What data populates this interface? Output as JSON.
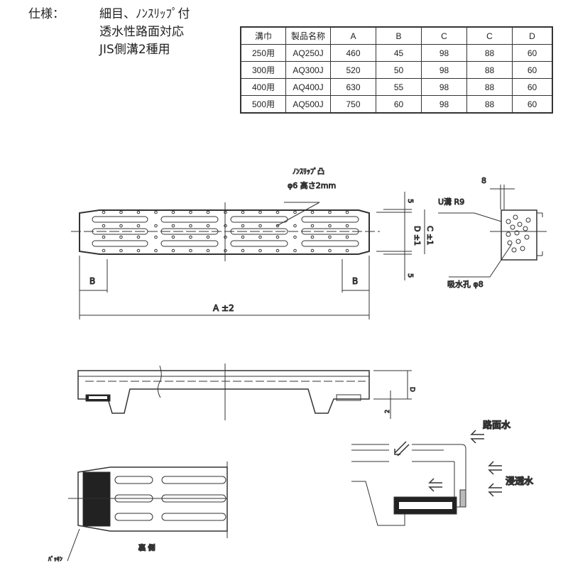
{
  "spec": {
    "label": "仕様：",
    "lines": [
      "細目、ﾉﾝｽﾘｯﾌﾟ付",
      "透水性路面対応",
      "JIS側溝2種用"
    ]
  },
  "table": {
    "headers": [
      "溝巾",
      "製品名称",
      "A",
      "B",
      "C",
      "C",
      "D"
    ],
    "rows": [
      [
        "250用",
        "AQ250J",
        "460",
        "45",
        "98",
        "88",
        "60"
      ],
      [
        "300用",
        "AQ300J",
        "520",
        "50",
        "98",
        "88",
        "60"
      ],
      [
        "400用",
        "AQ400J",
        "630",
        "55",
        "98",
        "88",
        "60"
      ],
      [
        "500用",
        "AQ500J",
        "750",
        "60",
        "98",
        "88",
        "60"
      ]
    ]
  },
  "drawing": {
    "nonslip_label": "ﾉﾝｽﾘｯﾌﾟ凸",
    "nonslip_spec": "φ6  高さ2mm",
    "dim_b": "B",
    "dim_a": "A ±2",
    "dim_d": "D ±1",
    "dim_c": "C ±1",
    "dim_5": "5",
    "dim_8": "8",
    "u_groove": "U溝  R9",
    "absorb_hole": "吸水孔  φ8",
    "dim_d_side": "D",
    "dim_2": "2",
    "back_side": "裏    側",
    "packing": "ﾊﾟｯｷﾝ",
    "road_water": "路面水",
    "seep_water": "浸透水"
  }
}
